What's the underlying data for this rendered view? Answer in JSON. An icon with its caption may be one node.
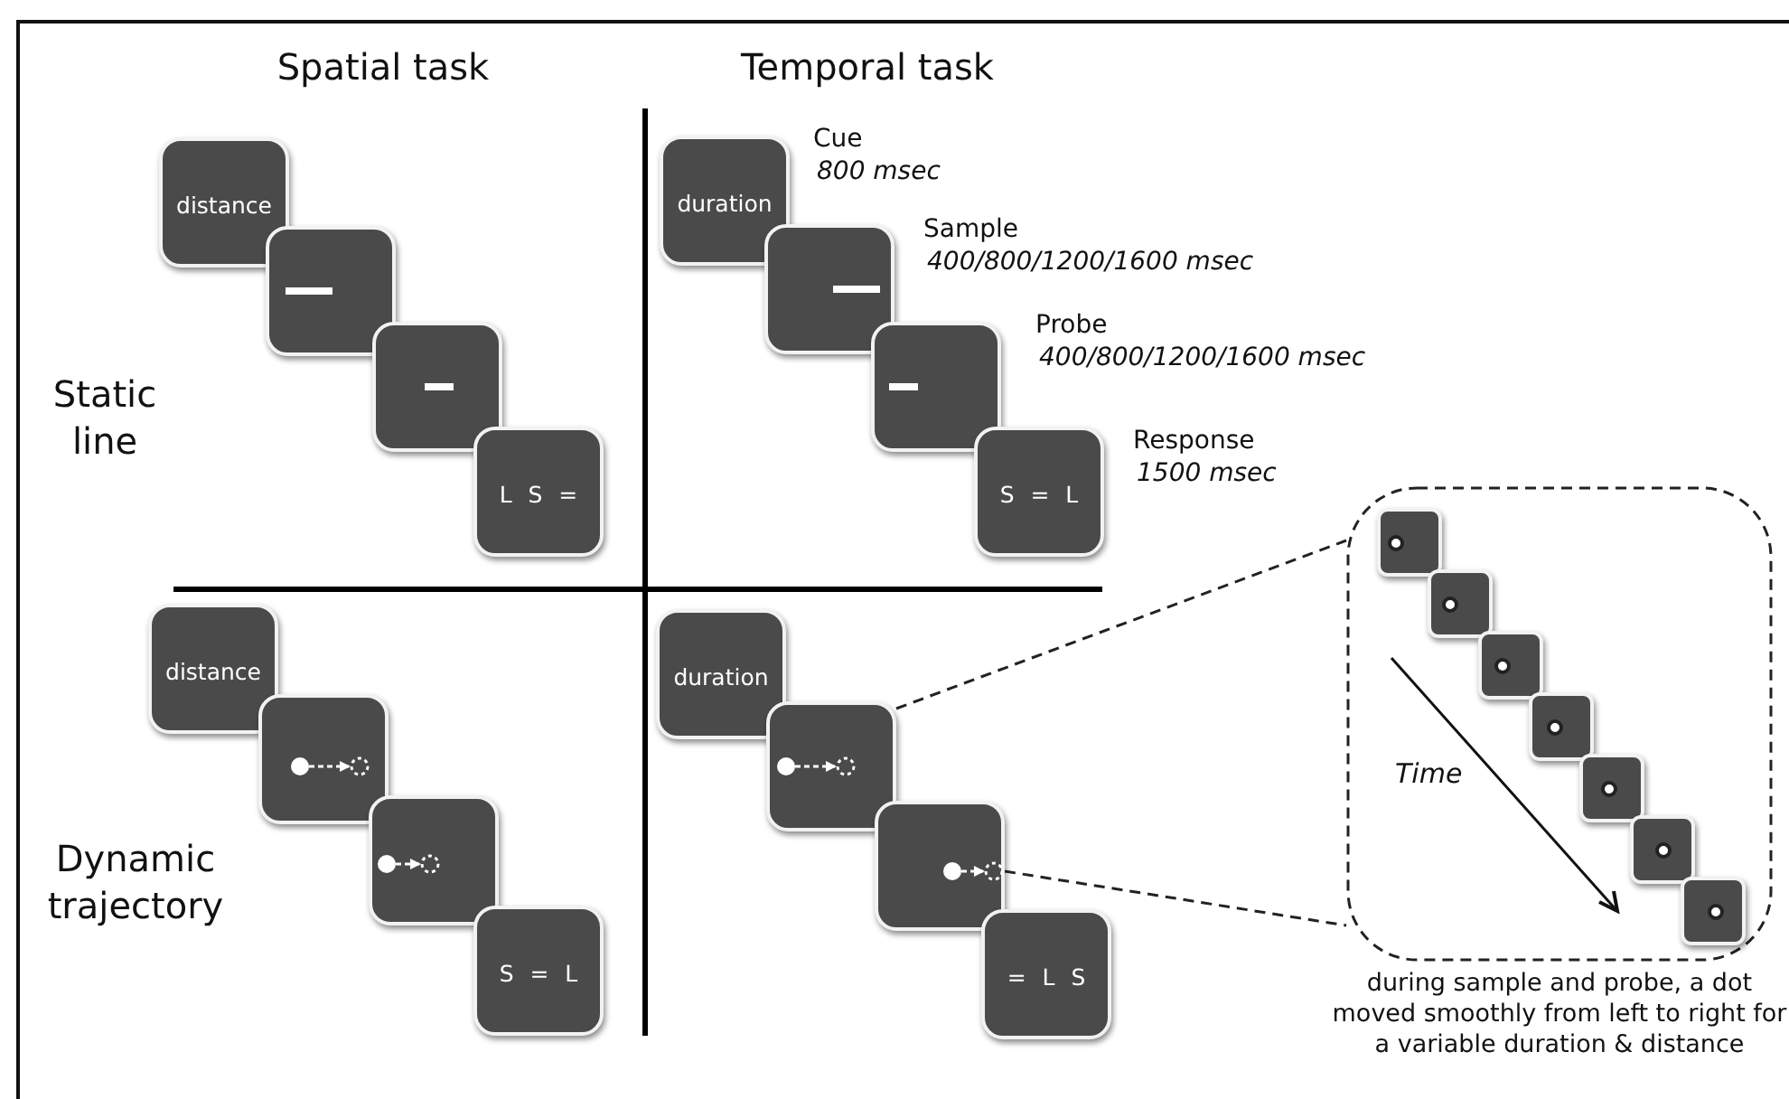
{
  "diagram": {
    "nodes": [
      {
        "text": [
          "distance"
        ]
      },
      {
        "text": [],
        "shape": "box"
      },
      {
        "text": [],
        "shape": "box"
      },
      {
        "text": [
          "L S ="
        ]
      },
      {
        "text": [
          "duration"
        ],
        "beside": [
          "Cue",
          "800 msec"
        ]
      },
      {
        "text": [],
        "shape": "box",
        "beside": [
          "Sample",
          "400/800/1200/1600 msec"
        ]
      },
      {
        "text": [],
        "shape": "box",
        "beside": [
          "Probe",
          "400/800/1200/1600 msec"
        ]
      },
      {
        "text": [
          "S = L"
        ],
        "beside": [
          "Response",
          "1500 msec"
        ]
      },
      {
        "text": [
          "distance"
        ]
      },
      {
        "text": [],
        "shape": "box"
      },
      {
        "text": [],
        "shape": "box"
      },
      {
        "text": [
          "S = L"
        ]
      },
      {
        "text": [
          "duration"
        ]
      },
      {
        "text": [],
        "shape": "box"
      },
      {
        "text": [],
        "shape": "box"
      },
      {
        "text": [
          "= L S"
        ]
      },
      {
        "text": [],
        "shape": "box",
        "beside": [
          "during sample and probe, a dot moved smoothly from left to right for a variable duration & distance"
        ]
      },
      {
        "text": [],
        "shape": "box",
        "in": 16
      },
      {
        "text": [],
        "shape": "box",
        "in": 16
      },
      {
        "text": [],
        "shape": "box",
        "in": 16
      },
      {
        "text": [],
        "shape": "box",
        "in": 16
      },
      {
        "text": [],
        "shape": "box",
        "in": 16
      },
      {
        "text": [],
        "shape": "box",
        "in": 16
      },
      {
        "text": [],
        "shape": "box",
        "in": 16
      }
    ],
    "edges": [
      {
        "from": 13,
        "to": 16,
        "arrow": "none",
        "style": "dashed"
      },
      {
        "from": 14,
        "to": 16,
        "arrow": "none",
        "style": "dashed"
      }
    ],
    "labels": [
      "Spatial task",
      "Temporal task",
      "Static line",
      "Dynamic trajectory",
      "Time"
    ]
  }
}
